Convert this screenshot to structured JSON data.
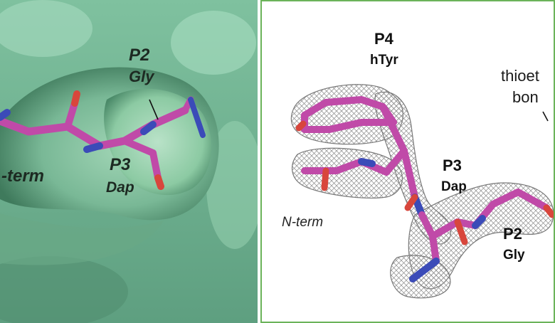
{
  "left_panel": {
    "labels": {
      "p2": "P2",
      "p2_res": "Gly",
      "p3": "P3",
      "p3_res": "Dap",
      "nterm": "-term"
    }
  },
  "right_panel": {
    "labels": {
      "p4": "P4",
      "p4_res": "hTyr",
      "p3": "P3",
      "p3_res": "Dap",
      "p2": "P2",
      "p2_res": "Gly",
      "nterm": "N-term",
      "thioether_1": "thioet",
      "thioether_2": "bon"
    }
  },
  "colors": {
    "surface": "#8cc9a6",
    "carbon": "#c04aa8",
    "nitrogen": "#3b4bb8",
    "oxygen": "#d8463c",
    "mesh": "#8a8a8a",
    "frame": "#6bb35a"
  }
}
